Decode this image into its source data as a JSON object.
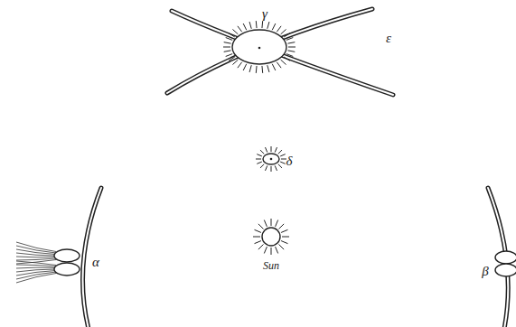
{
  "diagram": {
    "labels": [
      "γ",
      "ε",
      "δ",
      "α",
      "β",
      "Sun"
    ]
  }
}
